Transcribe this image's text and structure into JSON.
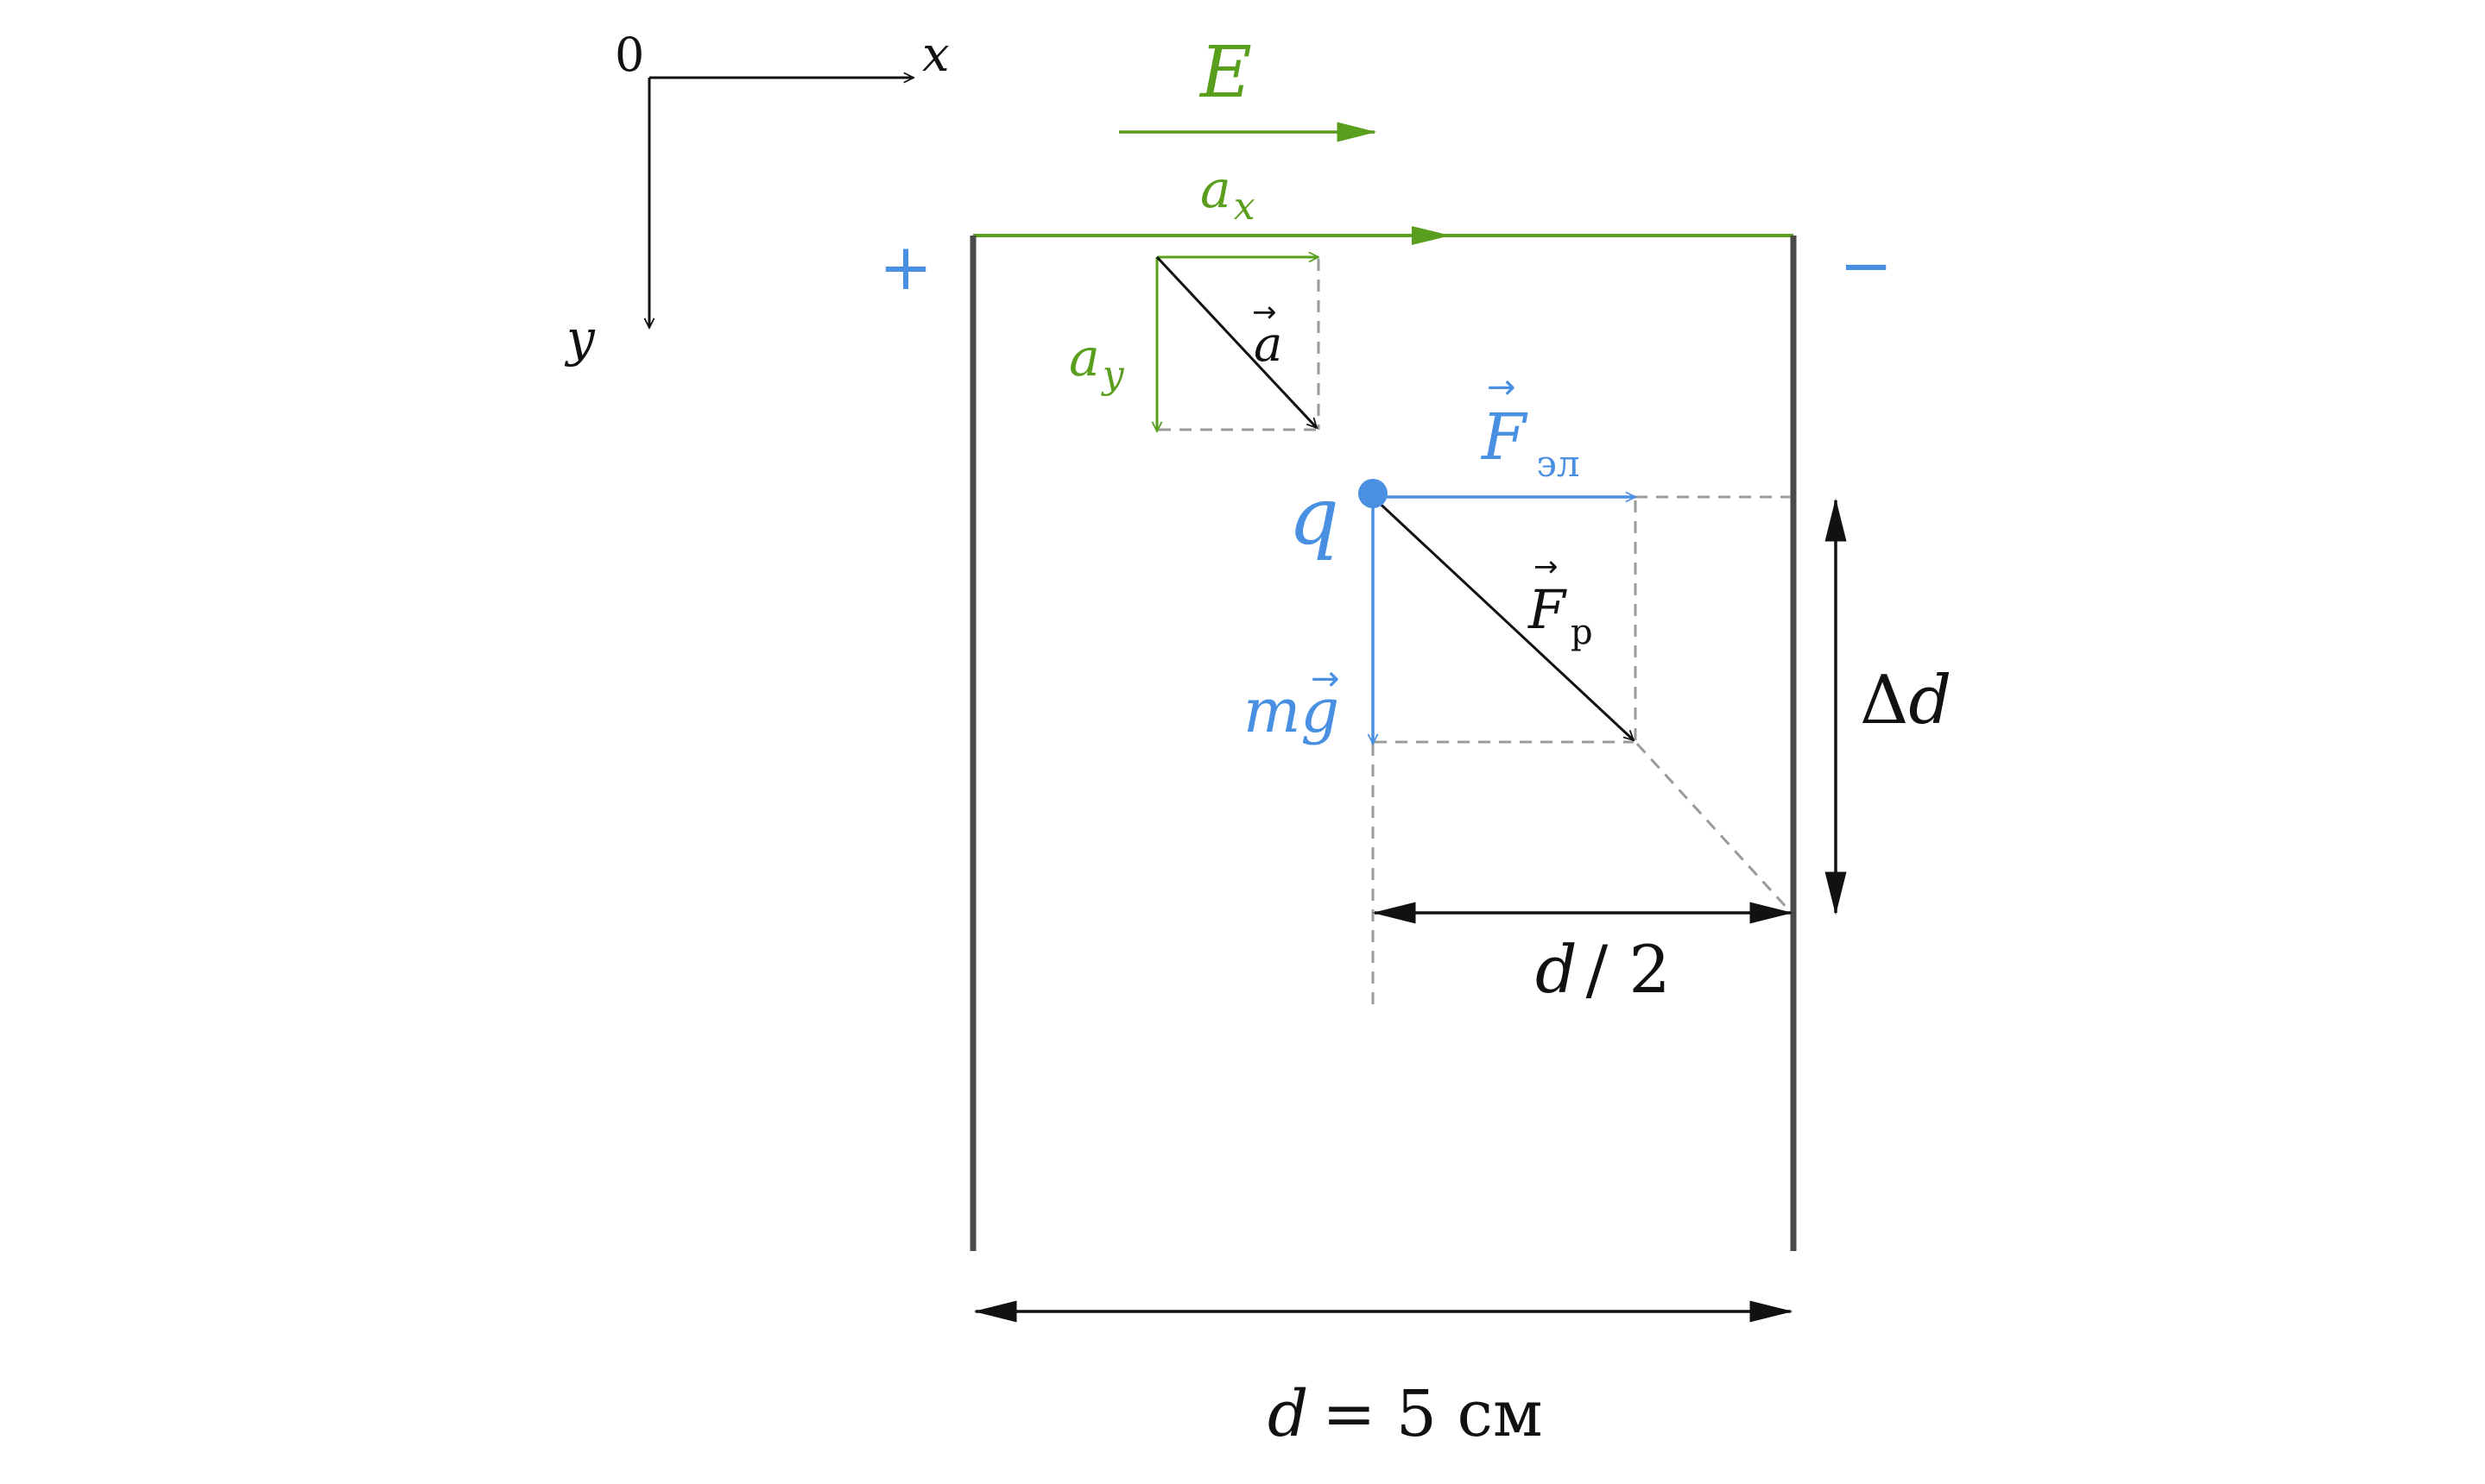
{
  "colors": {
    "green": "#5a9e1e",
    "blue": "#4a90e2",
    "black": "#111111",
    "plate": "#4a4a4a",
    "dash": "#9a9a9a"
  },
  "axes": {
    "origin": "0",
    "x": "x",
    "y": "y"
  },
  "field": {
    "label": "E"
  },
  "plates": {
    "positive_sign": "+",
    "negative_sign": "−"
  },
  "acceleration": {
    "ax_base": "a",
    "ax_sub": "x",
    "ay_base": "a",
    "ay_sub": "y",
    "a_label": "a",
    "vector_arrow": "→"
  },
  "charge": {
    "label": "q"
  },
  "forces": {
    "f_el_base": "F",
    "f_el_sub": "эл",
    "f_r_base": "F",
    "f_r_sub": "р",
    "mg_m": "m",
    "mg_g": "g",
    "vector_arrow": "→"
  },
  "dimensions": {
    "delta_d": "Δd",
    "half_d_var": "d",
    "half_d_rest": "/ 2",
    "d_var": "d",
    "d_rest": "= 5 см"
  }
}
